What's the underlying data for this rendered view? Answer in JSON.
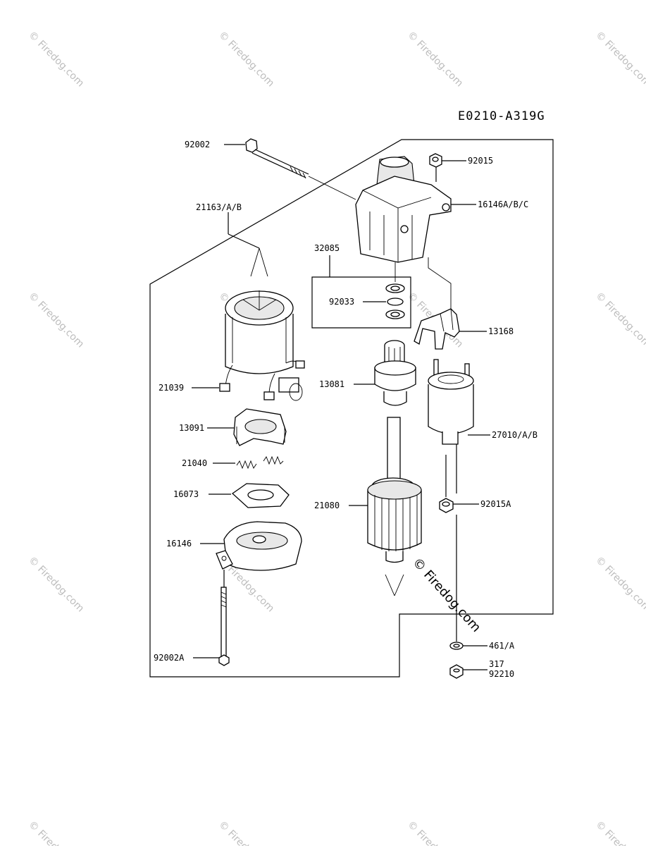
{
  "diagram": {
    "code": "E0210-A319G",
    "watermark_text": "© Firedog.com",
    "labels": {
      "l92002": "92002",
      "l92015": "92015",
      "l16146abc": "16146A/B/C",
      "l21163ab": "21163/A/B",
      "l32085": "32085",
      "l92033": "92033",
      "l13168": "13168",
      "l21039": "21039",
      "l13081": "13081",
      "l13091": "13091",
      "l27010ab": "27010/A/B",
      "l21040": "21040",
      "l16073": "16073",
      "l21080": "21080",
      "l92015a": "92015A",
      "l16146": "16146",
      "l461a": "461/A",
      "l92002a": "92002A",
      "l317": "317",
      "l92210": "92210"
    }
  }
}
